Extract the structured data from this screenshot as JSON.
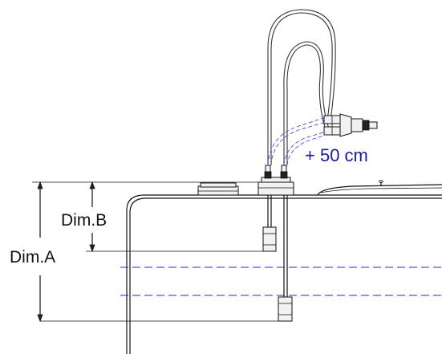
{
  "labels": {
    "dim_a": "Dim.A",
    "dim_b": "Dim.B",
    "extension": "+ 50 cm"
  },
  "colors": {
    "line": "#111111",
    "annotation_blue": "#1a1aa8",
    "level_dash": "#2a2acc",
    "background": "#ffffff"
  }
}
